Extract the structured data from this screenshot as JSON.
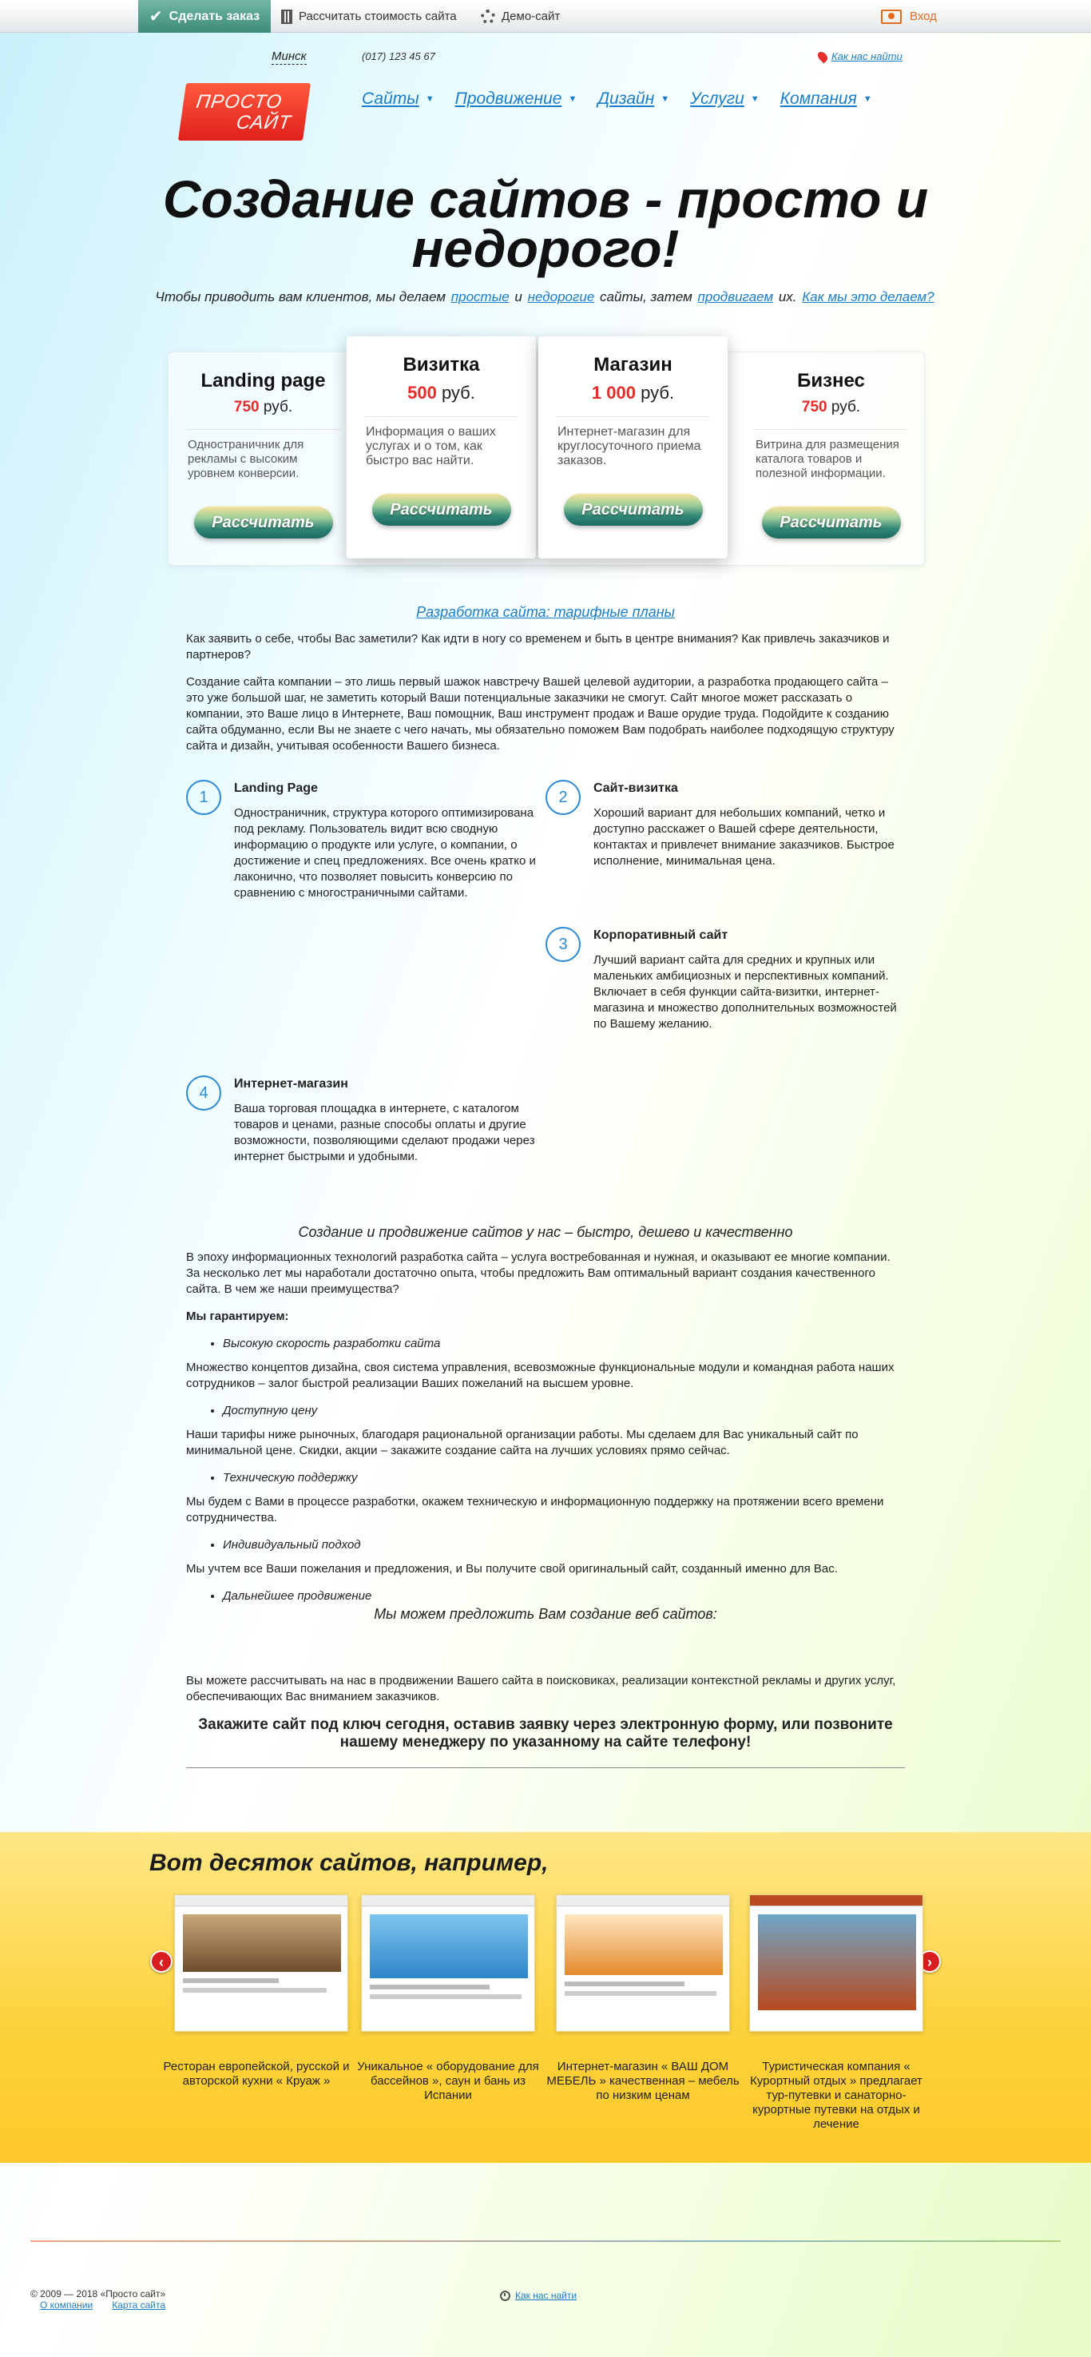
{
  "topbar": {
    "order": "Сделать заказ",
    "calc": "Рассчитать стоимость сайта",
    "demo": "Демо-сайт",
    "login": "Вход"
  },
  "header": {
    "city": "Минск",
    "phone": "(017) 123 45 67",
    "find_us": "Как нас найти",
    "logo_line1": "ПРОСТО",
    "logo_line2": "САЙТ",
    "nav": [
      {
        "label": "Сайты"
      },
      {
        "label": "Продвижение"
      },
      {
        "label": "Дизайн"
      },
      {
        "label": "Услуги"
      },
      {
        "label": "Компания"
      }
    ]
  },
  "hero": {
    "title": "Создание сайтов - просто и недорого!",
    "sub_1": "Чтобы приводить вам клиентов, мы делаем",
    "sub_link_1": "простые",
    "sub_2": "и",
    "sub_link_2": "недорогие",
    "sub_3": "сайты, затем",
    "sub_link_3": "продвигаем",
    "sub_4": "их.",
    "sub_link_4": "Как мы это делаем?"
  },
  "plans": [
    {
      "name": "Landing page",
      "price": "750",
      "currency": "руб.",
      "desc": "Одностраничник для рекламы с высоким уровнем конверсии.",
      "button": "Рассчитать"
    },
    {
      "name": "Визитка",
      "price": "500",
      "currency": "руб.",
      "desc": "Информация о ваших услугах и о том, как быстро вас найти.",
      "button": "Рассчитать"
    },
    {
      "name": "Магазин",
      "price": "1 000",
      "currency": "руб.",
      "desc": "Интернет-магазин для круглосуточного приема заказов.",
      "button": "Рассчитать"
    },
    {
      "name": "Бизнес",
      "price": "750",
      "currency": "руб.",
      "desc": "Витрина для размещения каталога товаров и полезной информации.",
      "button": "Рассчитать"
    }
  ],
  "article": {
    "section_link": "Разработка сайта: тарифные планы",
    "p1": "Как заявить о себе, чтобы Вас заметили? Как идти в ногу со временем и быть в центре внимания? Как привлечь заказчиков и партнеров?",
    "p2": "Создание сайта компании – это лишь первый шажок навстречу Вашей целевой аудитории, а разработка продающего сайта – это уже большой шаг, не заметить который Ваши потенциальные заказчики не смогут. Сайт многое может рассказать о компании, это Ваше лицо в Интернете, Ваш помощник, Ваш инструмент продаж и Ваше орудие труда. Подойдите к созданию сайта обдуманно, если Вы не знаете с чего начать, мы обязательно поможем Вам подобрать наиболее подходящую структуру сайта и дизайн, учитывая особенности Вашего бизнеса.",
    "features": [
      {
        "num": "1",
        "title": "Landing Page",
        "text": "Одностраничник, структура которого оптимизирована под рекламу. Пользователь видит всю сводную информацию о продукте или услуге, о компании, о достижение и спец предложениях. Все очень кратко и лаконично, что позволяет повысить конверсию по сравнению с многостраничными сайтами."
      },
      {
        "num": "2",
        "title": "Сайт-визитка",
        "text": "Хороший вариант для небольших компаний, четко и доступно расскажет о Вашей сфере деятельности, контактах и привлечет внимание заказчиков. Быстрое исполнение, минимальная цена."
      },
      {
        "num": "3",
        "title": "Корпоративный сайт",
        "text": "Лучший вариант сайта для средних и крупных или маленьких амбициозных и перспективных компаний. Включает в себя функции сайта-визитки, интернет-магазина и множество дополнительных возможностей по Вашему желанию."
      },
      {
        "num": "4",
        "title": "Интернет-магазин",
        "text": "Ваша торговая площадка в интернете, с каталогом товаров и ценами, разные способы оплаты и другие возможности, позволяющими сделают продажи через интернет быстрыми и удобными."
      }
    ]
  },
  "article2": {
    "heading": "Создание и продвижение сайтов у нас – быстро, дешево и качественно",
    "p1": "В эпоху информационных технологий разработка сайта – услуга востребованная и нужная, и оказывают ее многие компании. За несколько лет мы наработали достаточно опыта, чтобы предложить Вам оптимальный вариант создания качественного сайта. В чем же наши преимущества?",
    "guarantee": "Мы гарантируем:",
    "b1": "Высокую скорость разработки сайта",
    "t1": "Множество концептов дизайна, своя система управления, всевозможные функциональные модули и командная работа наших сотрудников – залог быстрой реализации Ваших пожеланий на высшем уровне.",
    "b2": "Доступную цену",
    "t2": "Наши тарифы ниже рыночных, благодаря рациональной организации работы. Мы сделаем для Вас уникальный сайт по минимальной цене. Скидки, акции – закажите создание сайта на лучших условиях прямо сейчас.",
    "b3": "Техническую поддержку",
    "t3": "Мы будем с Вами в процессе разработки, окажем техническую и информационную поддержку на протяжении всего времени сотрудничества.",
    "b4": "Индивидуальный подход",
    "t4": "Мы учтем все Ваши пожелания и предложения, и Вы получите свой оригинальный сайт, созданный именно для Вас.",
    "b5": "Дальнейшее продвижение",
    "offer": "Мы можем предложить Вам создание веб сайтов:",
    "p_last": "Вы можете рассчитывать на нас в продвижении Вашего сайта в поисковиках, реализации контекстной рекламы и других услуг, обеспечивающих Вас вниманием заказчиков.",
    "cta": "Закажите сайт под ключ сегодня, оставив заявку через электронную форму, или позвоните нашему менеджеру по указанному на сайте телефону!"
  },
  "examples": {
    "title": "Вот десяток сайтов, например,",
    "items": [
      {
        "caption": "Ресторан европейской, русской и авторской кухни « Круаж »",
        "accent": "#7a5a3a"
      },
      {
        "caption": "Уникальное « оборудование для бассейнов », саун и бань из Испании",
        "accent": "#2d86c9"
      },
      {
        "caption": "Интернет-магазин « ВАШ ДОМ МЕБЕЛЬ » качественная – мебель по низким ценам",
        "accent": "#e38a2a"
      },
      {
        "caption": "Туристическая компания « Курортный отдых » предлагает тур-путевки и санаторно-курортные путевки на отдых и лечение",
        "accent": "#b84a1e"
      }
    ]
  },
  "footer": {
    "copyright": "© 2009 — 2018 «Просто сайт»",
    "about": "О компании",
    "sitemap": "Карта сайта",
    "find_us": "Как нас найти"
  }
}
